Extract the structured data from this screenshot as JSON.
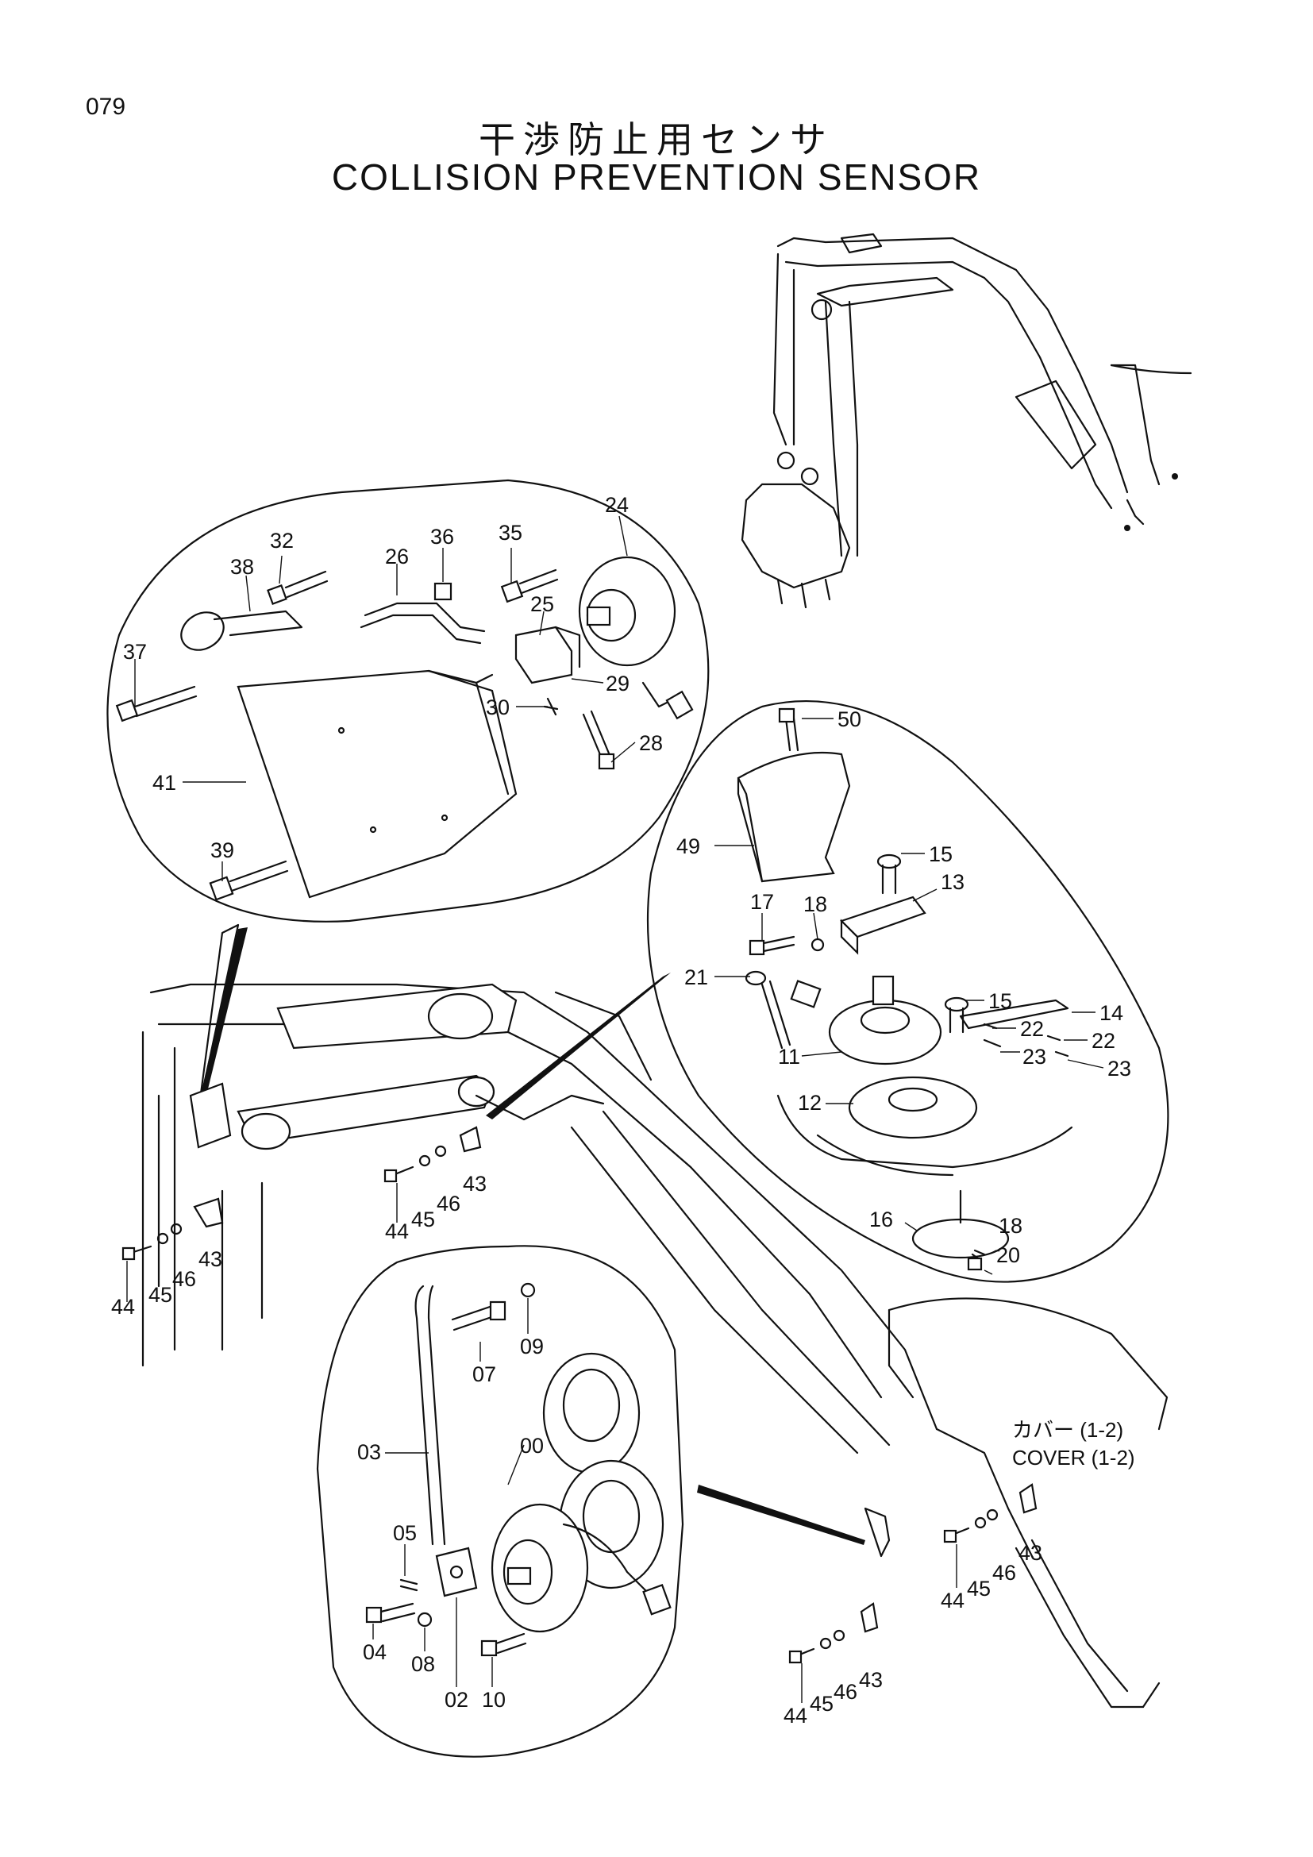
{
  "page_number": "079",
  "title_jp": "干渉防止用センサ",
  "title_en": "COLLISION PREVENTION SENSOR",
  "note_cover_jp": "カバー (1-2)",
  "note_cover_en": "COVER (1-2)",
  "callouts": {
    "c24": "24",
    "c32": "32",
    "c36": "36",
    "c35": "35",
    "c38": "38",
    "c26": "26",
    "c37": "37",
    "c25": "25",
    "c29": "29",
    "c30": "30",
    "c28": "28",
    "c41": "41",
    "c39": "39",
    "c50": "50",
    "c49": "49",
    "c15a": "15",
    "c13": "13",
    "c17": "17",
    "c18a": "18",
    "c21": "21",
    "c15b": "15",
    "c14": "14",
    "c22a": "22",
    "c22b": "22",
    "c23a": "23",
    "c23b": "23",
    "c11": "11",
    "c12": "12",
    "c16": "16",
    "c18b": "18",
    "c20": "20",
    "c44a": "44",
    "c45a": "45",
    "c46a": "46",
    "c43a": "43",
    "c44b": "44",
    "c45b": "45",
    "c46b": "46",
    "c43b": "43",
    "c07": "07",
    "c09": "09",
    "c03": "03",
    "c00": "00",
    "c05": "05",
    "c04": "04",
    "c08": "08",
    "c02": "02",
    "c10": "10",
    "c44c": "44",
    "c45c": "45",
    "c46c": "46",
    "c43c": "43",
    "c44d": "44",
    "c45d": "45",
    "c46d": "46",
    "c43d": "43"
  }
}
